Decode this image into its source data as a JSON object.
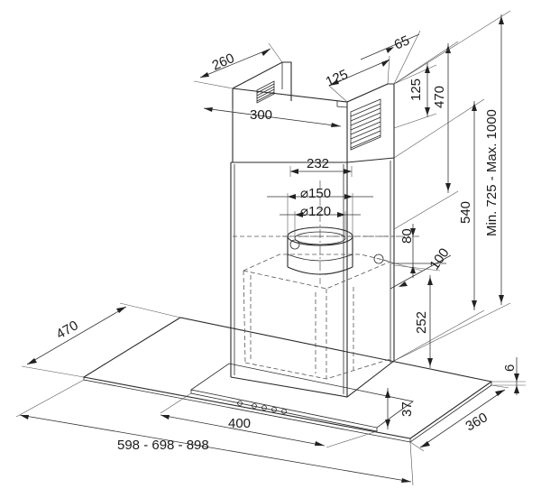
{
  "drawing": {
    "dimensions": {
      "chimney_depth": "260",
      "chimney_width": "300",
      "bracket_depth": "125",
      "bracket_offset": "65",
      "bracket_height": "125",
      "upper_height": "470",
      "duct_width": "232",
      "outlet_diameter_large": "150",
      "outlet_diameter_small": "120",
      "lower_height": "540",
      "total_height": "Min. 725  -  Max. 1000",
      "outlet_height": "80",
      "outlet_offset": "100",
      "body_height": "252",
      "canopy_depth_left": "470",
      "glass_thickness": "6",
      "control_height": "37",
      "control_width": "400",
      "canopy_depth_right": "360",
      "canopy_widths": "598  -  698  -  898"
    },
    "symbols": {
      "diameter": "⌀"
    }
  }
}
